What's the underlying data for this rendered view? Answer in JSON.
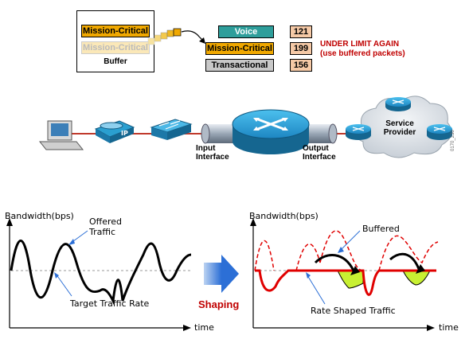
{
  "buffer": {
    "item_top": "Mission-Critical",
    "item_faded": "Mission-Critical",
    "label": "Buffer"
  },
  "queues": [
    {
      "name": "Voice",
      "count": "121",
      "color": "#2e9e9b",
      "text_color": "#ffffff"
    },
    {
      "name": "Mission-Critical",
      "count": "199",
      "color": "#f0a800",
      "text_color": "#000000"
    },
    {
      "name": "Transactional",
      "count": "156",
      "color": "#c8c8c8",
      "text_color": "#000000"
    }
  ],
  "status": {
    "line1": "UNDER LIMIT AGAIN",
    "line2": "(use buffered packets)",
    "color": "#c00000"
  },
  "network": {
    "input_label": "Input\nInterface",
    "output_label": "Output\nInterface",
    "cloud_label": "Service\nProvider",
    "figure_code": "0170_230"
  },
  "graphs": {
    "left": {
      "ylabel": "Bandwidth(bps)",
      "xlabel": "time",
      "offered_label": "Offered\nTraffic",
      "target_label": "Target Traffic Rate"
    },
    "arrow_label": "Shaping",
    "right": {
      "ylabel": "Bandwidth(bps)",
      "xlabel": "time",
      "buffered_label": "Buffered",
      "shaped_label": "Rate Shaped Traffic"
    }
  },
  "colors": {
    "accent_red": "#e00000",
    "fill_green": "#c8f032",
    "arrow_blue": "#2c6fd6",
    "link_red": "#c0392b",
    "router_blue": "#2a9fd0"
  }
}
